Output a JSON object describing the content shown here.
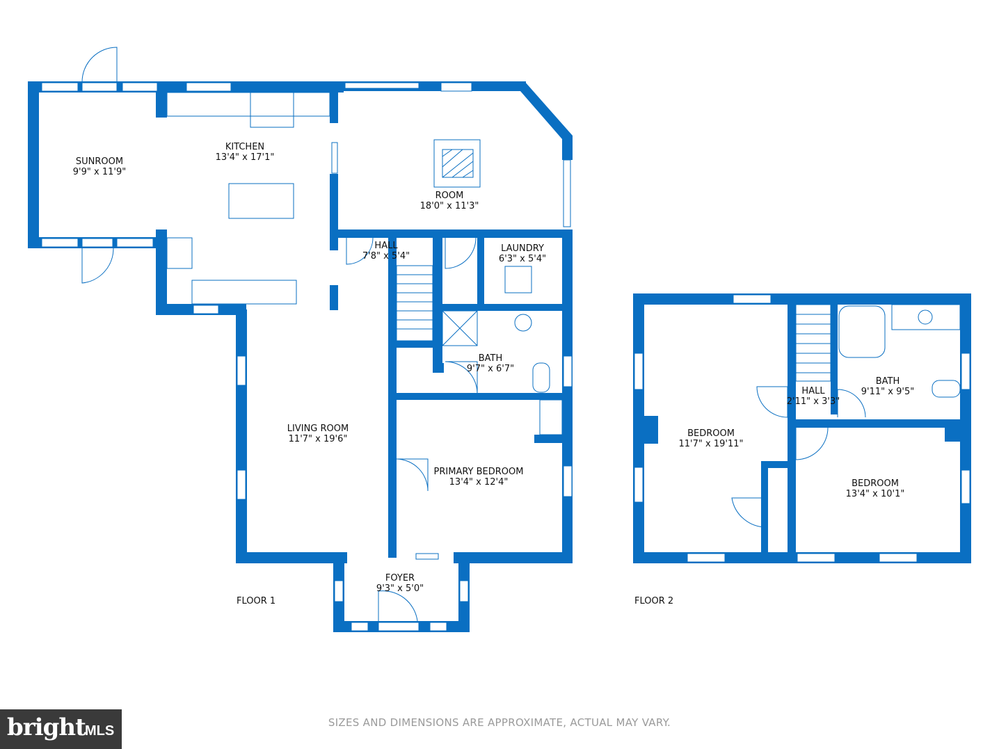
{
  "rooms": {
    "sunroom": {
      "name": "SUNROOM",
      "dims": "9'9\" x 11'9\""
    },
    "kitchen": {
      "name": "KITCHEN",
      "dims": "13'4\" x 17'1\""
    },
    "room": {
      "name": "ROOM",
      "dims": "18'0\" x 11'3\""
    },
    "hall1": {
      "name": "HALL",
      "dims": "7'8\" x 5'4\""
    },
    "laundry": {
      "name": "LAUNDRY",
      "dims": "6'3\" x 5'4\""
    },
    "bath1": {
      "name": "BATH",
      "dims": "9'7\" x 6'7\""
    },
    "living": {
      "name": "LIVING ROOM",
      "dims": "11'7\" x 19'6\""
    },
    "primary": {
      "name": "PRIMARY BEDROOM",
      "dims": "13'4\" x 12'4\""
    },
    "foyer": {
      "name": "FOYER",
      "dims": "9'3\" x 5'0\""
    },
    "bedroom2a": {
      "name": "BEDROOM",
      "dims": "11'7\" x 19'11\""
    },
    "hall2": {
      "name": "HALL",
      "dims": "2'11\" x 3'3\""
    },
    "bath2": {
      "name": "BATH",
      "dims": "9'11\" x 9'5\""
    },
    "bedroom2b": {
      "name": "BEDROOM",
      "dims": "13'4\" x 10'1\""
    }
  },
  "floors": {
    "floor1": "FLOOR 1",
    "floor2": "FLOOR 2"
  },
  "disclaimer": "SIZES AND DIMENSIONS ARE APPROXIMATE, ACTUAL MAY VARY.",
  "logo": {
    "text": "bright",
    "suffix": "MLS"
  },
  "colors": {
    "wall": "#0a6fc2",
    "text": "#111111",
    "disclaimer": "#9a9a9a",
    "logo_bg": "#3a3a3a"
  }
}
